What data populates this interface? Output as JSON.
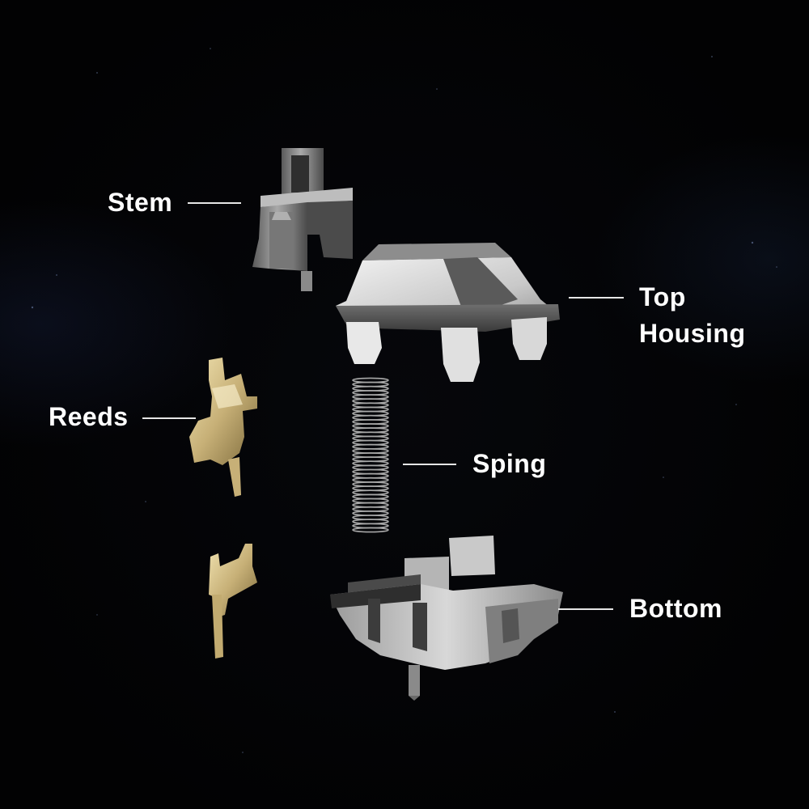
{
  "labels": {
    "stem": "Stem",
    "top_housing_line1": "Top",
    "top_housing_line2": "Housing",
    "reeds": "Reeds",
    "spring": "Sping",
    "bottom": "Bottom"
  },
  "colors": {
    "background": "#030305",
    "housing_white": "#dcdcdc",
    "housing_grey": "#8a8a8a",
    "reed_gold": "#c9b47a",
    "spring_metal": "#9a9a9a",
    "label_text": "#ffffff"
  }
}
